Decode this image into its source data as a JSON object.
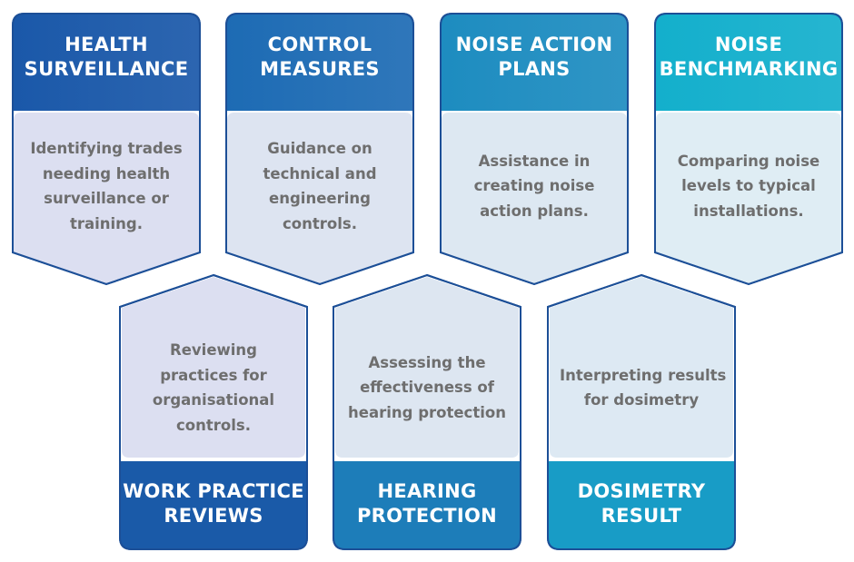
{
  "diagram": {
    "top_row": [
      {
        "title_lines": [
          "HEALTH",
          "SURVEILLANCE"
        ],
        "desc_lines": [
          "Identifying trades",
          "needing health",
          "surveillance or",
          "training."
        ],
        "header_color": "#1a58a9",
        "body_color": "#dcdff1"
      },
      {
        "title_lines": [
          "CONTROL",
          "MEASURES"
        ],
        "desc_lines": [
          "Guidance on",
          "technical and",
          "engineering",
          "controls."
        ],
        "header_color": "#1d6bb4",
        "body_color": "#dde4f1"
      },
      {
        "title_lines": [
          "NOISE ACTION",
          "PLANS"
        ],
        "desc_lines": [
          "Assistance in",
          "creating noise",
          "action plans."
        ],
        "header_color": "#1d8cc0",
        "body_color": "#dde8f2"
      },
      {
        "title_lines": [
          "NOISE",
          "BENCHMARKING"
        ],
        "desc_lines": [
          "Comparing noise",
          "levels to typical",
          "installations."
        ],
        "header_color": "#13afcc",
        "body_color": "#dfedf4"
      }
    ],
    "bottom_row": [
      {
        "title_lines": [
          "WORK PRACTICE",
          "REVIEWS"
        ],
        "desc_lines": [
          "Reviewing",
          "practices for",
          "organisational",
          "controls."
        ],
        "header_color": "#1a5aa8",
        "body_color": "#dcdff1"
      },
      {
        "title_lines": [
          "HEARING",
          "PROTECTION"
        ],
        "desc_lines": [
          "Assessing the",
          "effectiveness of",
          "hearing protection"
        ],
        "header_color": "#1d7db9",
        "body_color": "#dde6f1"
      },
      {
        "title_lines": [
          "DOSIMETRY",
          "RESULT"
        ],
        "desc_lines": [
          "Interpreting results",
          "for dosimetry"
        ],
        "header_color": "#189cc6",
        "body_color": "#dde9f3"
      }
    ],
    "border_color": "#1c4f97"
  }
}
